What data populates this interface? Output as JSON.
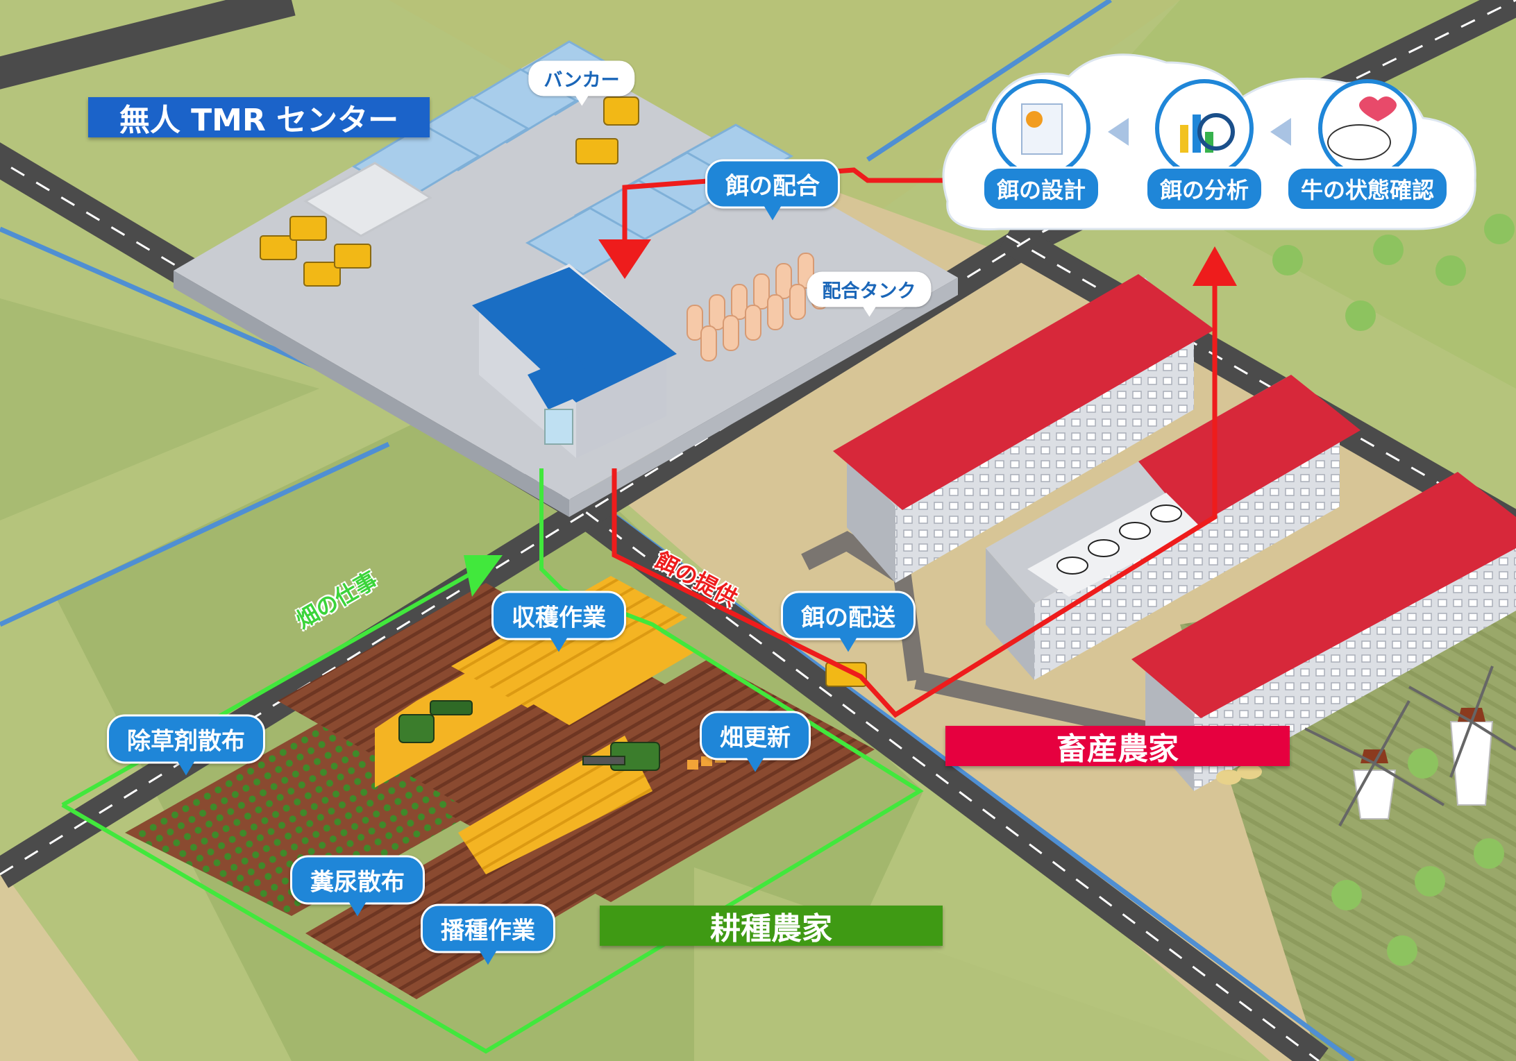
{
  "title": "無人 TMR センター",
  "labels": {
    "bunker": "バンカー",
    "feed_mixing": "餌の配合",
    "mixing_tank": "配合タンク",
    "harvest": "収穫作業",
    "field_work": "畑の仕事",
    "feed_supply": "餌の提供",
    "feed_delivery": "餌の配送",
    "herbicide": "除草剤散布",
    "field_renewal": "畑更新",
    "manure": "糞尿散布",
    "sowing": "播種作業",
    "crop_farmer": "耕種農家",
    "livestock_farmer": "畜産農家"
  },
  "cloud": {
    "design": "餌の設計",
    "analysis": "餌の分析",
    "cow_check": "牛の状態確認"
  },
  "colors": {
    "title_banner": "#1b63c9",
    "bubble": "#1f86d8",
    "feed_arrow": "#ee1c1c",
    "field_arrow": "#41e83c",
    "livestock_banner": "#e6003f",
    "crop_banner": "#3f9a14",
    "barn_roof": "#d7283a",
    "warehouse_roof": "#1a6ec4"
  }
}
